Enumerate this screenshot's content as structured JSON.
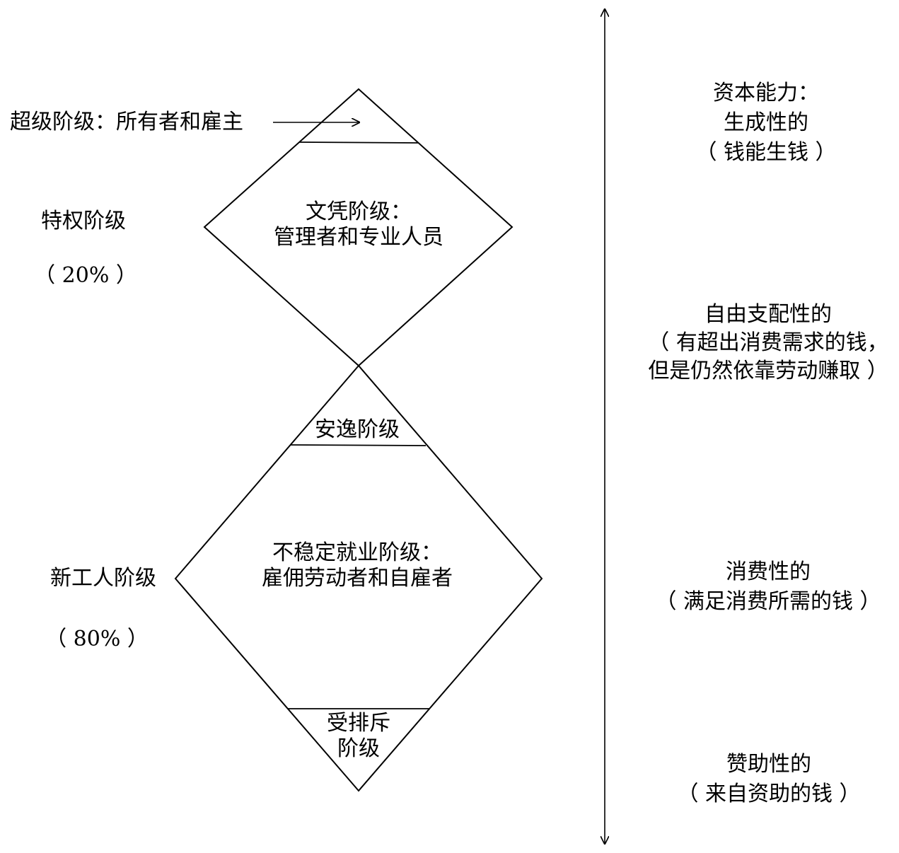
{
  "left": {
    "super_class": "超级阶级：所有者和雇主",
    "privileged": {
      "name": "特权阶级",
      "share": "（ 20% ）"
    },
    "new_worker": {
      "name": "新工人阶级",
      "share": "（ 80% ）"
    }
  },
  "upper_diamond": {
    "credential": {
      "line1": "文凭阶级：",
      "line2": "管理者和专业人员"
    }
  },
  "lower_diamond": {
    "comfortable": "安逸阶级",
    "precarious": {
      "line1": "不稳定就业阶级：",
      "line2": "雇佣劳动者和自雇者"
    },
    "excluded": {
      "line1": "受排斥",
      "line2": "阶级"
    }
  },
  "right": {
    "capital": {
      "line1": "资本能力：",
      "line2": "生成性的",
      "line3": "（ 钱能生钱 ）"
    },
    "discretionary": {
      "line1": "自由支配性的",
      "line2": "（ 有超出消费需求的钱，",
      "line3": "但是仍然依靠劳动赚取 ）"
    },
    "consumptive": {
      "line1": "消费性的",
      "line2": "（ 满足消费所需的钱 ）"
    },
    "subsidized": {
      "line1": "赞助性的",
      "line2": "（ 来自资助的钱 ）"
    }
  }
}
